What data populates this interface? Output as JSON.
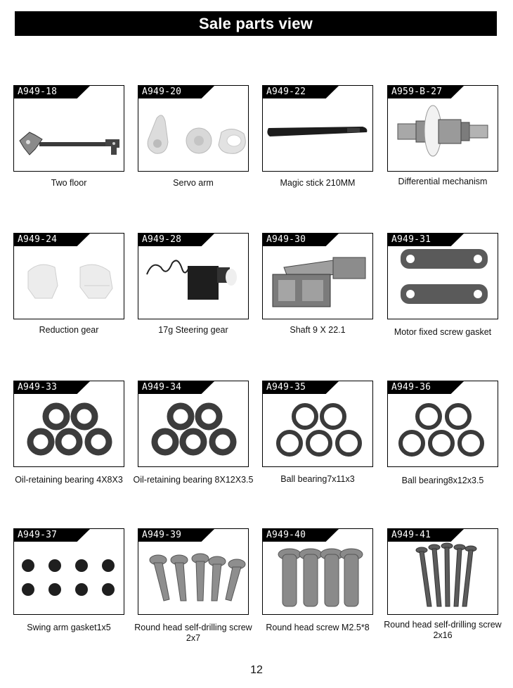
{
  "header": {
    "title": "Sale parts view"
  },
  "parts": [
    {
      "code": "A949-18",
      "name": "Two floor",
      "icon": "chassis-plate-icon"
    },
    {
      "code": "A949-20",
      "name": "Servo arm",
      "icon": "servo-arm-icon"
    },
    {
      "code": "A949-22",
      "name": "Magic stick 210MM",
      "icon": "velcro-strap-icon"
    },
    {
      "code": "A959-B-27",
      "name": "Differential mechanism",
      "icon": "differential-icon"
    },
    {
      "code": "A949-24",
      "name": "Reduction gear",
      "icon": "reduction-gear-icon"
    },
    {
      "code": "A949-28",
      "name": "17g Steering gear",
      "icon": "servo-icon"
    },
    {
      "code": "A949-30",
      "name": "Shaft 9 X 22.1",
      "icon": "shaft-icon"
    },
    {
      "code": "A949-31",
      "name": "Motor fixed screw gasket",
      "icon": "gasket-plate-icon"
    },
    {
      "code": "A949-33",
      "name": "Oil-retaining bearing 4X8X3",
      "icon": "bearing-icon"
    },
    {
      "code": "A949-34",
      "name": "Oil-retaining bearing 8X12X3.5",
      "icon": "bearing-icon"
    },
    {
      "code": "A949-35",
      "name": "Ball bearing7x11x3",
      "icon": "ball-bearing-icon"
    },
    {
      "code": "A949-36",
      "name": "Ball bearing8x12x3.5",
      "icon": "ball-bearing-icon"
    },
    {
      "code": "A949-37",
      "name": "Swing arm gasket1x5",
      "icon": "gasket-icon"
    },
    {
      "code": "A949-39",
      "name": "Round head self-drilling screw 2x7",
      "icon": "screw-icon"
    },
    {
      "code": "A949-40",
      "name": "Round head screw M2.5*8",
      "icon": "screw-icon"
    },
    {
      "code": "A949-41",
      "name": "Round head self-drilling screw 2x16",
      "icon": "long-screw-icon"
    }
  ],
  "footer": {
    "page_number": "12"
  }
}
